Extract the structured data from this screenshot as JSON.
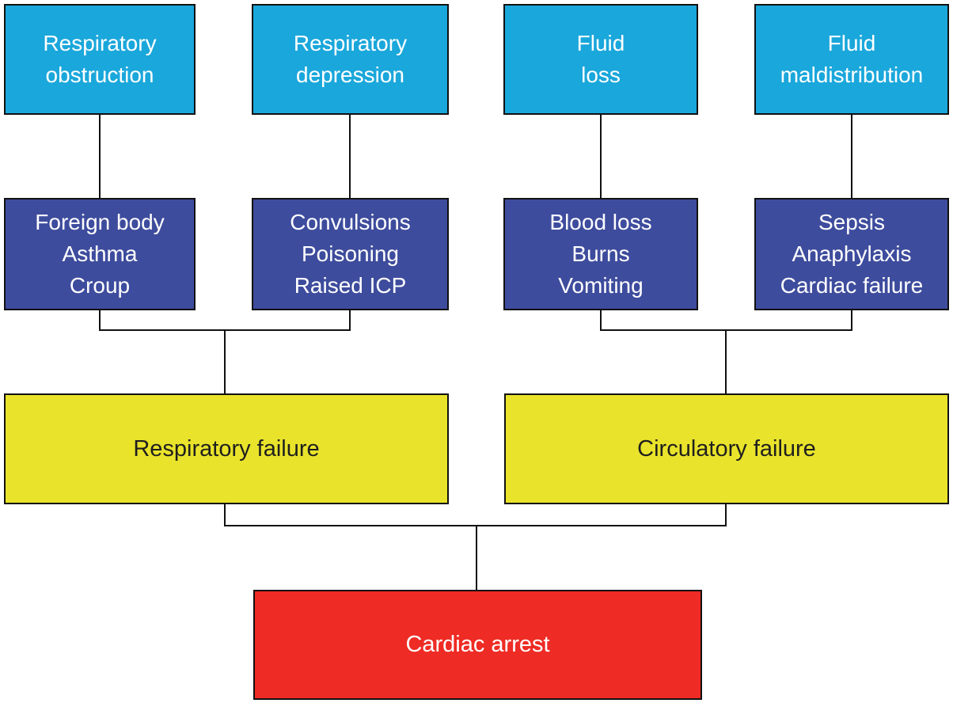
{
  "colors": {
    "cyan": "#1aa7db",
    "indigo": "#3e4c9d",
    "yellow": "#e9e32b",
    "red": "#ee2b24",
    "line": "#111111",
    "text_light": "#ffffff",
    "text_dark": "#1f1f1f"
  },
  "diagram": {
    "causes_row": [
      {
        "id": "respiratory-obstruction",
        "lines": [
          "Respiratory",
          "obstruction"
        ]
      },
      {
        "id": "respiratory-depression",
        "lines": [
          "Respiratory",
          "depression"
        ]
      },
      {
        "id": "fluid-loss",
        "lines": [
          "Fluid",
          "loss"
        ]
      },
      {
        "id": "fluid-maldistribution",
        "lines": [
          "Fluid",
          "maldistribution"
        ]
      }
    ],
    "examples_row": [
      {
        "id": "obstruction-examples",
        "lines": [
          "Foreign body",
          "Asthma",
          "Croup"
        ]
      },
      {
        "id": "depression-examples",
        "lines": [
          "Convulsions",
          "Poisoning",
          "Raised ICP"
        ]
      },
      {
        "id": "fluid-loss-examples",
        "lines": [
          "Blood loss",
          "Burns",
          "Vomiting"
        ]
      },
      {
        "id": "maldistribution-examples",
        "lines": [
          "Sepsis",
          "Anaphylaxis",
          "Cardiac failure"
        ]
      }
    ],
    "failure_row": [
      {
        "id": "respiratory-failure",
        "label": "Respiratory failure"
      },
      {
        "id": "circulatory-failure",
        "label": "Circulatory failure"
      }
    ],
    "outcome": {
      "id": "cardiac-arrest",
      "label": "Cardiac arrest"
    }
  }
}
